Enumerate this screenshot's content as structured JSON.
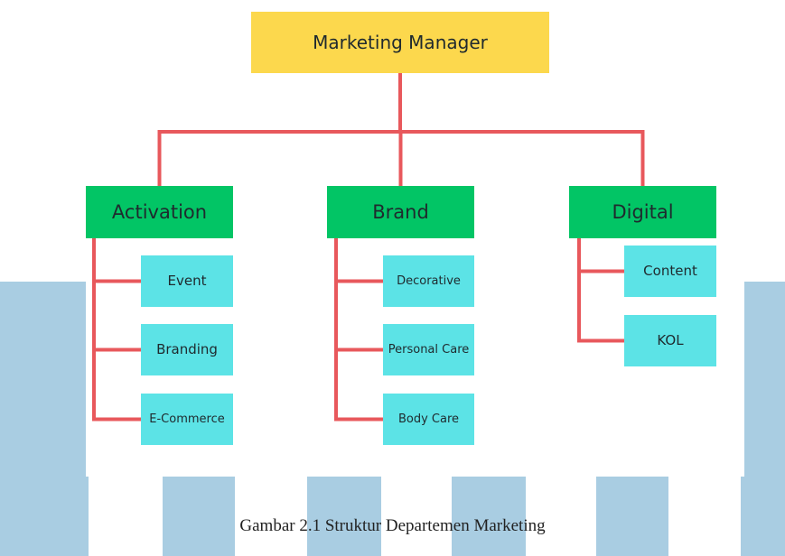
{
  "colors": {
    "manager_box": "#fcd84d",
    "department_box": "#02c565",
    "unit_box": "#5ce3e6",
    "connector": "#e8585c",
    "watermark": "#a9cde2"
  },
  "root": {
    "label": "Marketing Manager"
  },
  "departments": [
    {
      "label": "Activation",
      "units": [
        {
          "label": "Event"
        },
        {
          "label": "Branding"
        },
        {
          "label": "E-Commerce"
        }
      ]
    },
    {
      "label": "Brand",
      "units": [
        {
          "label": "Decorative"
        },
        {
          "label": "Personal Care"
        },
        {
          "label": "Body Care"
        }
      ]
    },
    {
      "label": "Digital",
      "units": [
        {
          "label": "Content"
        },
        {
          "label": "KOL"
        }
      ]
    }
  ],
  "caption": "Gambar 2.1 Struktur Departemen Marketing"
}
